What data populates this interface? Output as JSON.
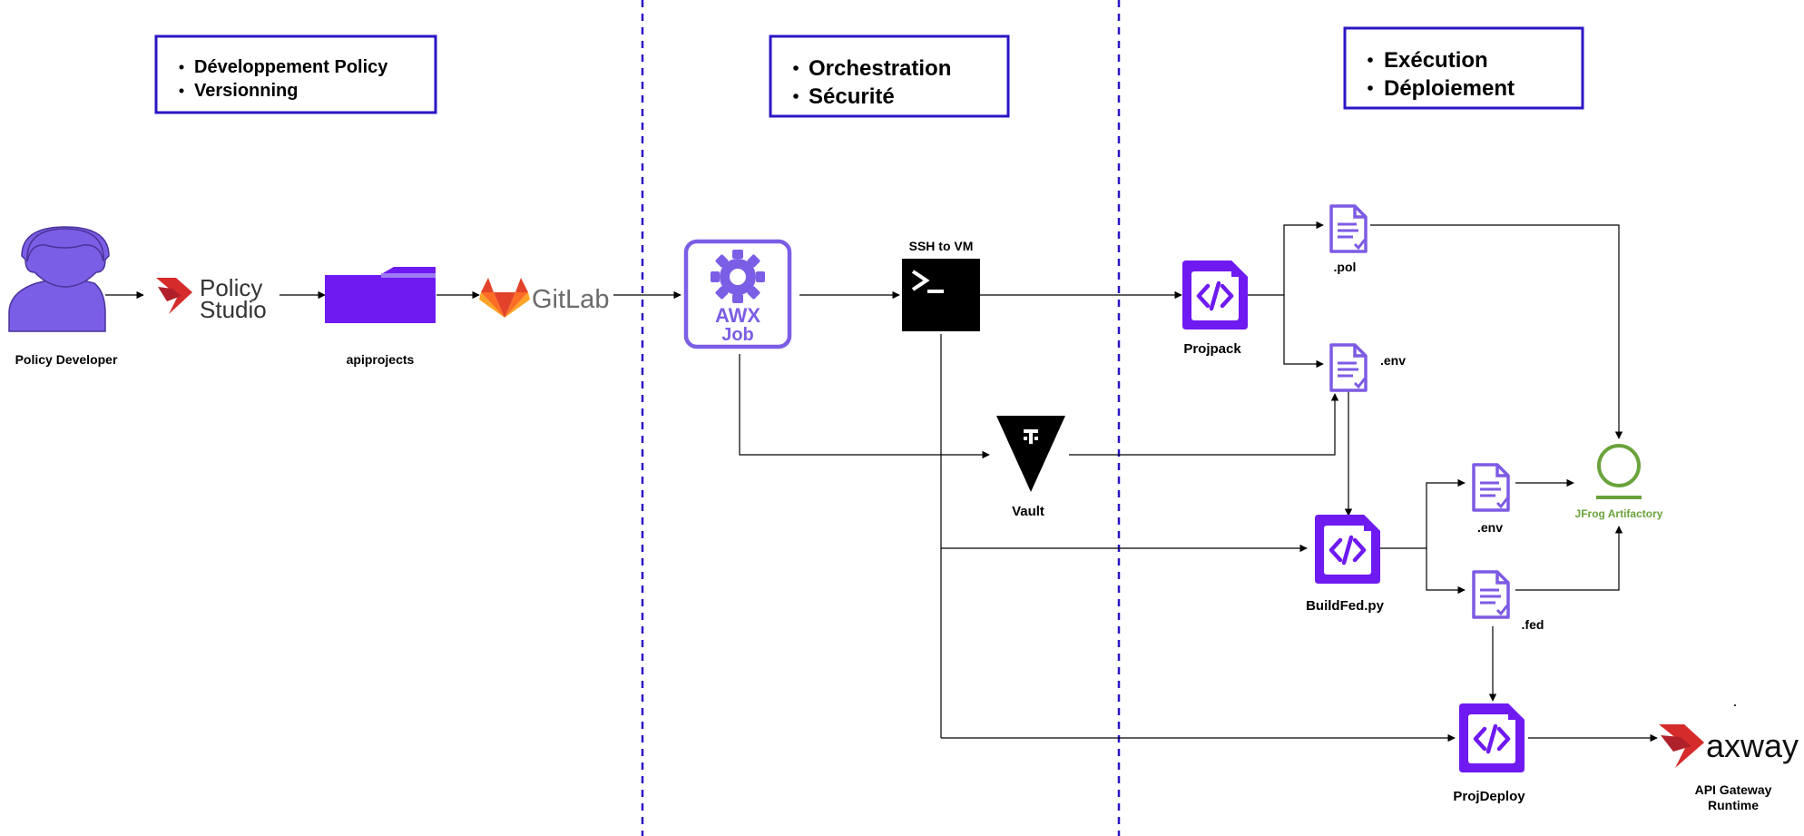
{
  "zones": [
    {
      "items": [
        "Développement Policy",
        "Versionning"
      ]
    },
    {
      "items": [
        "Orchestration",
        "Sécurité"
      ]
    },
    {
      "items": [
        "Exécution",
        "Déploiement"
      ]
    }
  ],
  "nodes": {
    "policy_developer": "Policy Developer",
    "policy_studio_line1": "Policy",
    "policy_studio_line2": "Studio",
    "apiprojects": "apiprojects",
    "gitlab": "GitLab",
    "awx_line1": "AWX",
    "awx_line2": "Job",
    "ssh": "SSH to VM",
    "vault": "Vault",
    "projpack": "Projpack",
    "pol": ".pol",
    "env1": ".env",
    "buildfed": "BuildFed.py",
    "env2": ".env",
    "fed": ".fed",
    "projdeploy": "ProjDeploy",
    "jfrog": "JFrog Artifactory",
    "axway": "axway",
    "api_gw_line1": "API Gateway",
    "api_gw_line2": "Runtime"
  },
  "colors": {
    "zone_border": "#2a16c4",
    "divider": "#2a16c4",
    "purple": "#6e1af0",
    "awx_purple": "#7b5ee6",
    "file_purple": "#7d5be4",
    "jfrog_green": "#6aa33c",
    "gitlab_orange": "#e2432a",
    "gitlab_gray": "#6b6b6b",
    "axway_red": "#d62b2b",
    "terminal_bg": "#000000"
  }
}
